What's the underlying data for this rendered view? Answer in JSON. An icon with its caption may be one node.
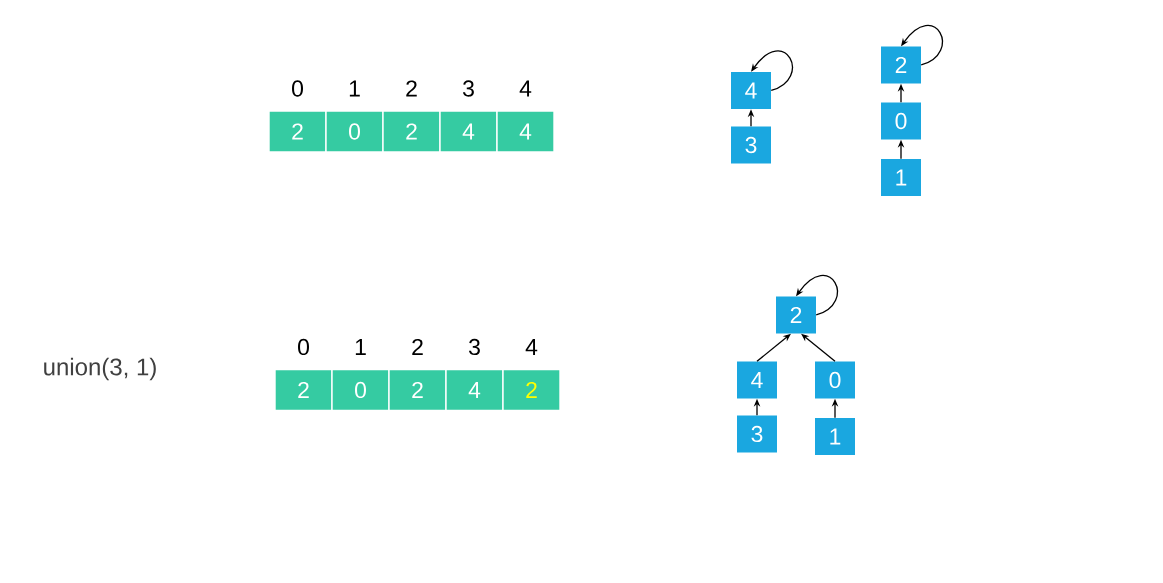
{
  "diagram": {
    "nodes": [
      {
        "text": [
          "2"
        ],
        "beside": [
          "0"
        ]
      },
      {
        "text": [
          "0"
        ],
        "beside": [
          "1"
        ]
      },
      {
        "text": [
          "2"
        ],
        "beside": [
          "2"
        ]
      },
      {
        "text": [
          "4"
        ],
        "beside": [
          "3"
        ]
      },
      {
        "text": [
          "4"
        ],
        "beside": [
          "4"
        ]
      },
      {
        "text": [
          "4"
        ]
      },
      {
        "text": [
          "3"
        ]
      },
      {
        "text": [
          "2"
        ]
      },
      {
        "text": [
          "0"
        ]
      },
      {
        "text": [
          "1"
        ]
      },
      {
        "text": [
          "2"
        ],
        "beside": [
          "0"
        ]
      },
      {
        "text": [
          "0"
        ],
        "beside": [
          "1"
        ]
      },
      {
        "text": [
          "2"
        ],
        "beside": [
          "2"
        ]
      },
      {
        "text": [
          "4"
        ],
        "beside": [
          "3"
        ]
      },
      {
        "text": [
          "2"
        ],
        "beside": [
          "4"
        ]
      },
      {
        "text": [
          "2"
        ]
      },
      {
        "text": [
          "4"
        ]
      },
      {
        "text": [
          "0"
        ]
      },
      {
        "text": [
          "3"
        ]
      },
      {
        "text": [
          "1"
        ]
      }
    ],
    "edges": [
      {
        "from": 5,
        "to": 5,
        "arrow": "to"
      },
      {
        "from": 6,
        "to": 5,
        "arrow": "to"
      },
      {
        "from": 7,
        "to": 7,
        "arrow": "to"
      },
      {
        "from": 8,
        "to": 7,
        "arrow": "to"
      },
      {
        "from": 9,
        "to": 8,
        "arrow": "to"
      },
      {
        "from": 15,
        "to": 15,
        "arrow": "to"
      },
      {
        "from": 16,
        "to": 15,
        "arrow": "to"
      },
      {
        "from": 17,
        "to": 15,
        "arrow": "to"
      },
      {
        "from": 18,
        "to": 16,
        "arrow": "to"
      },
      {
        "from": 19,
        "to": 17,
        "arrow": "to"
      }
    ],
    "labels": [
      "union(3, 1)"
    ]
  }
}
